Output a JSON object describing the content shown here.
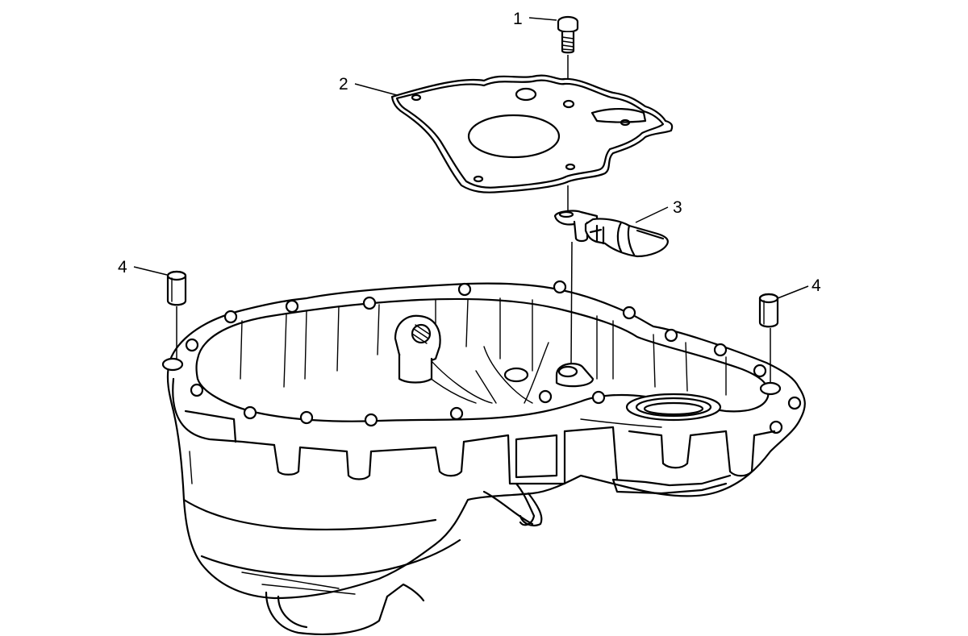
{
  "diagram": {
    "callouts": [
      {
        "id": "1",
        "label": "1"
      },
      {
        "id": "2",
        "label": "2"
      },
      {
        "id": "3",
        "label": "3"
      },
      {
        "id": "4a",
        "label": "4"
      },
      {
        "id": "4b",
        "label": "4"
      }
    ],
    "parts": [
      {
        "callout": "1",
        "icon": "bolt-icon"
      },
      {
        "callout": "2",
        "icon": "gasket-plate-icon"
      },
      {
        "callout": "3",
        "icon": "sensor-icon"
      },
      {
        "callout": "4",
        "icon": "dowel-pin-icon"
      }
    ],
    "line_color": "#000000",
    "background": "#ffffff"
  }
}
